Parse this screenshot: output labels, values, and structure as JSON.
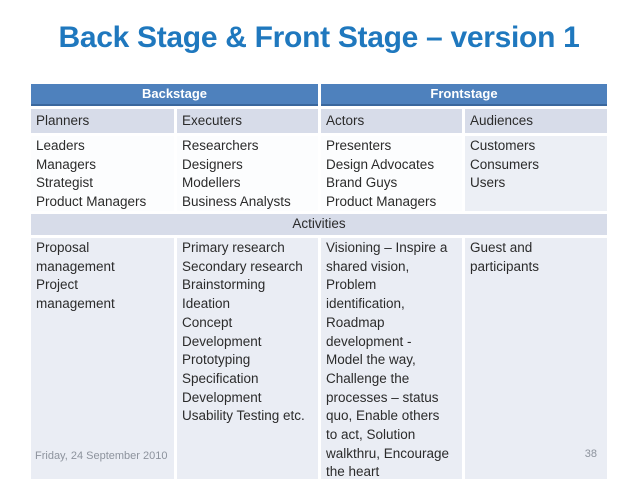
{
  "colors": {
    "title_blue": "#1F78BE",
    "header_blue": "#4E81BD",
    "header_border_blue": "#3A679D",
    "band_lavender": "#D7DCE9",
    "band_light_blue": "#EAEDF4",
    "row_white": "#FCFDFE",
    "audiences_cell_tint": "#ECEFF5",
    "body_text": "#2B2B2B",
    "footer_gray": "#8D939D"
  },
  "slide": {
    "title": "Back Stage & Front Stage – version 1",
    "footer_date": "Friday, 24 September 2010",
    "page_number": "38"
  },
  "table": {
    "group_headers": [
      "Backstage",
      "Frontstage"
    ],
    "column_headers": [
      "Planners",
      "Executers",
      "Actors",
      "Audiences"
    ],
    "roles_row": [
      "Leaders\nManagers\nStrategist\nProduct Managers",
      "Researchers\nDesigners\nModellers\nBusiness Analysts",
      "Presenters\nDesign Advocates\nBrand Guys\nProduct Managers",
      "Customers\nConsumers\nUsers"
    ],
    "section_row_label": "Activities",
    "activities_row": [
      "Proposal\nmanagement\nProject\nmanagement",
      "Primary research\nSecondary research\nBrainstorming\nIdeation\nConcept\nDevelopment\nPrototyping\nSpecification\nDevelopment\nUsability Testing etc.",
      "Visioning – Inspire a\nshared vision,\nProblem\nidentification,\nRoadmap\ndevelopment -\nModel the way,\nChallenge the\nprocesses – status\nquo, Enable others\nto act, Solution\nwalkthru, Encourage\nthe heart",
      "Guest and\nparticipants"
    ]
  }
}
